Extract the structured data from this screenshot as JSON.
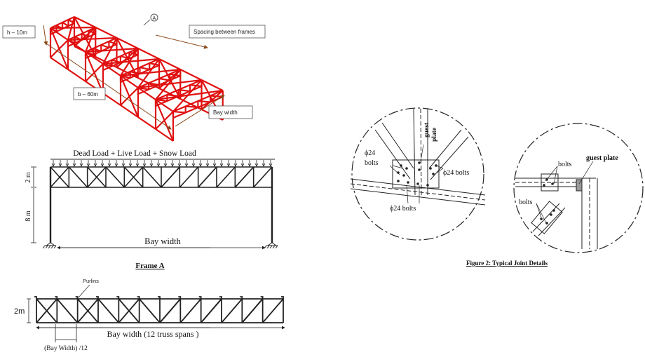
{
  "isometric": {
    "height_label": "h – 10m",
    "spacing_label": "Spacing between frames",
    "length_label": "b – 60m",
    "bay_label": "Bay width",
    "callout": "A"
  },
  "frame_a": {
    "load_label": "Dead Load + Live Load + Snow Load",
    "truss_depth": "2 m",
    "column_height": "8 m",
    "bay_label": "Bay width",
    "caption": "Frame A"
  },
  "truss": {
    "purlins_label": "Purlins",
    "depth_label": "2m",
    "span_label": "Bay width (12 truss spans )",
    "panel_label": "(Bay Width) /12"
  },
  "joints": {
    "bolts_left_1": "ϕ24",
    "bolts_left_2": "bolts",
    "guest_plate_1": "guest",
    "guest_plate_2": "plate",
    "bolts_right": "ϕ24 bolts",
    "bolts_bottom": "ϕ24 bolts",
    "bolts_label_a": "bolts",
    "guest_plate_label": "guest plate",
    "bolts_label_b": "bolts",
    "caption": "Figure 2: Typical Joint Details"
  }
}
